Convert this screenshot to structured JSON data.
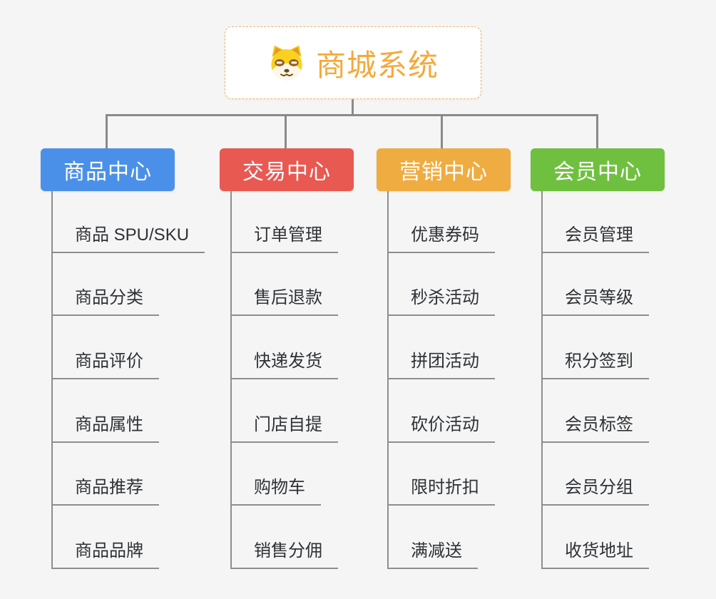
{
  "root": {
    "label": "商城系统",
    "icon": "shiba-dog-icon",
    "text_color": "#F5A93C",
    "border_color": "#EFB468"
  },
  "connector_color": "#8A8A8A",
  "branches": [
    {
      "label": "商品中心",
      "color": "#4B90E8",
      "items": [
        "商品 SPU/SKU",
        "商品分类",
        "商品评价",
        "商品属性",
        "商品推荐",
        "商品品牌"
      ]
    },
    {
      "label": "交易中心",
      "color": "#E85952",
      "items": [
        "订单管理",
        "售后退款",
        "快递发货",
        "门店自提",
        "购物车",
        "销售分佣"
      ]
    },
    {
      "label": "营销中心",
      "color": "#EFAC40",
      "items": [
        "优惠券码",
        "秒杀活动",
        "拼团活动",
        "砍价活动",
        "限时折扣",
        "满减送"
      ]
    },
    {
      "label": "会员中心",
      "color": "#70C040",
      "items": [
        "会员管理",
        "会员等级",
        "积分签到",
        "会员标签",
        "会员分组",
        "收货地址"
      ]
    }
  ]
}
